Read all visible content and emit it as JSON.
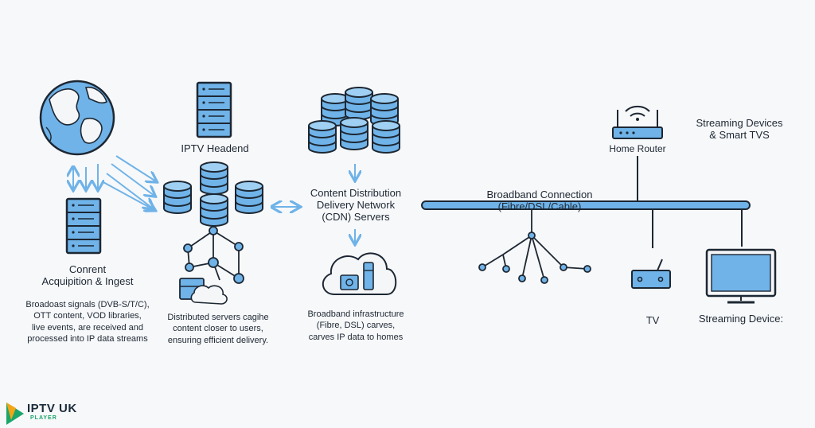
{
  "acquisition": {
    "title_line1": "Conrent",
    "title_line2": "Acquipition & Ingest",
    "desc_line1": "Broadoast signals (DVB-S/T/C),",
    "desc_line2": "OTT content, VOD libraries,",
    "desc_line3": "live events, are received and",
    "desc_line4": "processed into IP data streams"
  },
  "headend": {
    "title": "IPTV Headend",
    "desc_line1": "Distributed servers cagihe",
    "desc_line2": "content closer to users,",
    "desc_line3": "ensuring efficient delivery."
  },
  "cdn": {
    "title_line1": "Content Distribution",
    "title_line2": "Delivery Network",
    "title_line3": "(CDN) Servers",
    "desc_line1": "Broadband infrastructure",
    "desc_line2": "(Fibre, DSL) carves,",
    "desc_line3": "carves IP data to homes"
  },
  "broadband": {
    "title_line1": "Broadband Connection",
    "title_line2": "(Fibre/DSL/Cable)"
  },
  "home_router": {
    "label": "Home Router"
  },
  "streaming_title": {
    "line1": "Streaming Devices",
    "line2": "& Smart TVS"
  },
  "tv": {
    "label": "TV"
  },
  "streaming_device": {
    "label": "Streaming Device:"
  },
  "logo": {
    "main": "IPTV UK",
    "sub": "PLAYER",
    "icon": "play-icon",
    "brand_colors": [
      "#1aa66a",
      "#f2a516"
    ]
  },
  "colors": {
    "fill": "#6fb3e8",
    "stroke": "#1d2733",
    "arrow": "#6fb3e8",
    "background": "#f7f8fa"
  }
}
